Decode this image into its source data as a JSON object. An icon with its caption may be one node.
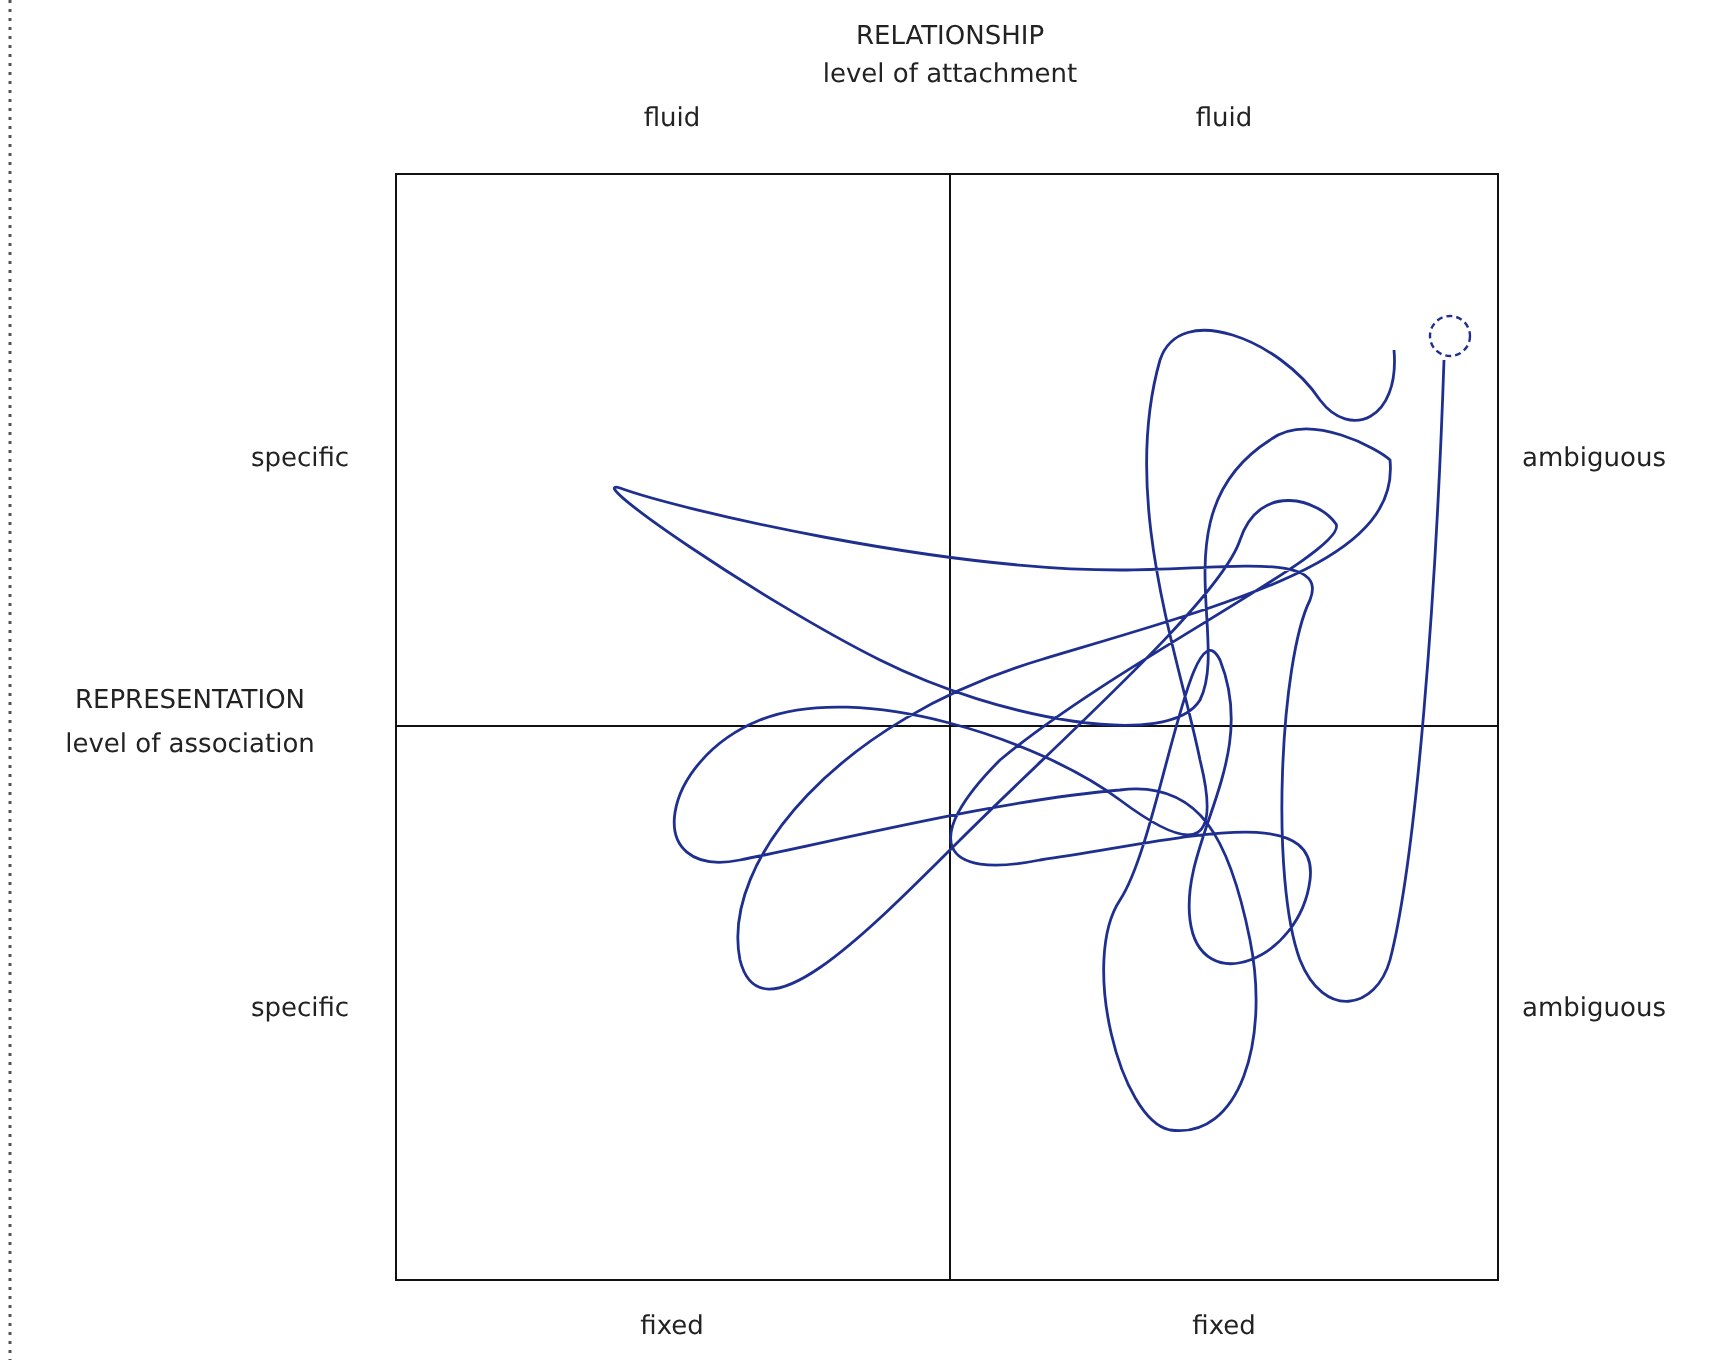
{
  "diagram": {
    "labels": [
      "RELATIONSHIP",
      "level of attachment",
      "fluid",
      "fluid",
      "specific",
      "ambiguous",
      "REPRESENTATION",
      "level of association",
      "specific",
      "ambiguous",
      "fixed",
      "fixed"
    ]
  }
}
